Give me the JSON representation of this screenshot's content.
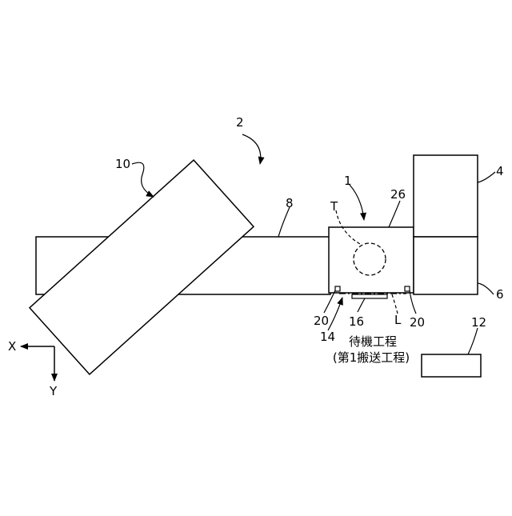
{
  "labels": {
    "system": "2",
    "arm": "10",
    "rail": "8",
    "device": "1",
    "target": "T",
    "cover": "26",
    "upper_unit": "4",
    "lower_unit": "6",
    "sensor_left": "20",
    "sensor_right": "20",
    "stage": "14",
    "plate": "16",
    "light": "L",
    "controller": "12",
    "axis_x": "X",
    "axis_y": "Y"
  },
  "caption": {
    "line1": "待機工程",
    "line2": "(第1搬送工程)"
  }
}
